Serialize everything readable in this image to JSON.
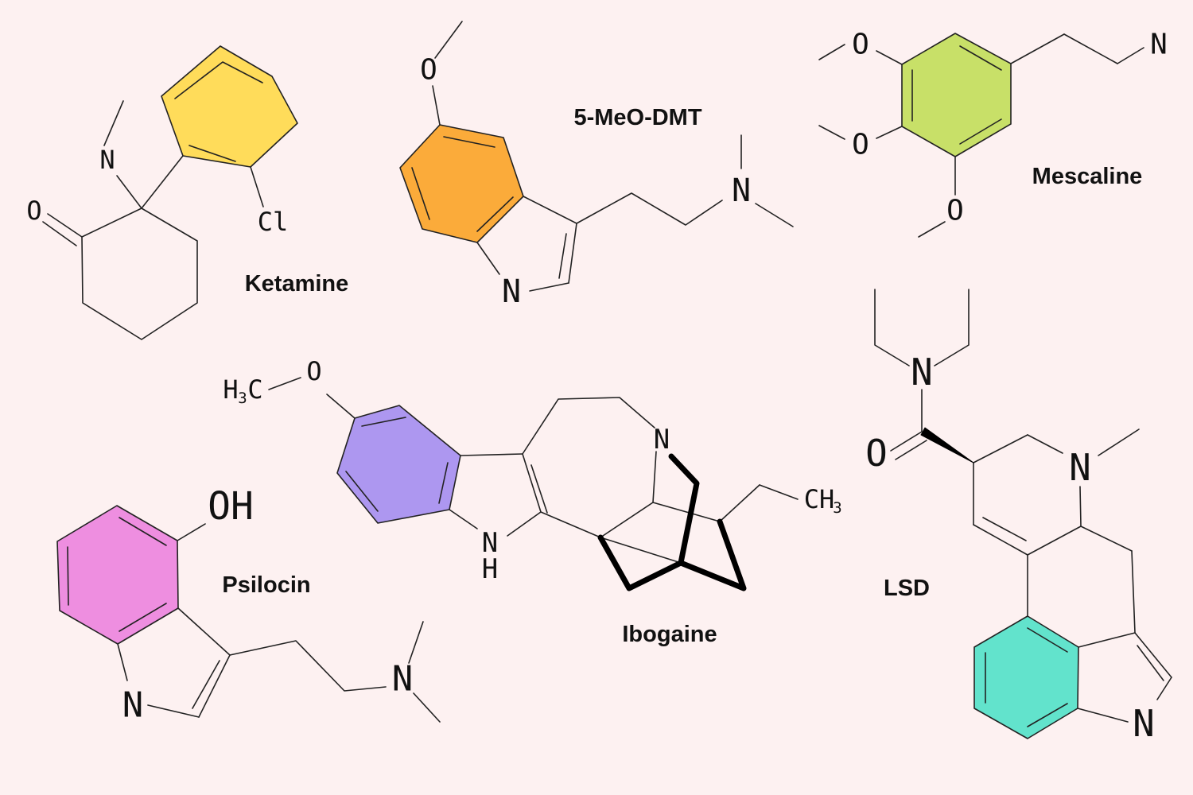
{
  "molecules": {
    "ketamine": {
      "name": "Ketamine",
      "color": "#ffdc5a",
      "atoms": {
        "n": "N",
        "o": "O",
        "cl": "Cl"
      }
    },
    "meo_dmt": {
      "name": "5-MeO-DMT",
      "color": "#fbab3a",
      "atoms": {
        "o": "O",
        "n_ring": "N",
        "n_amine": "N"
      }
    },
    "mescaline": {
      "name": "Mescaline",
      "color": "#c8e068",
      "atoms": {
        "o1": "O",
        "o2": "O",
        "o3": "O",
        "n": "N"
      }
    },
    "psilocin": {
      "name": "Psilocin",
      "color": "#ee8ee0",
      "atoms": {
        "oh": "OH",
        "n_ring": "N",
        "n_amine": "N"
      }
    },
    "ibogaine": {
      "name": "Ibogaine",
      "color": "#ad97f0",
      "atoms": {
        "h3c_main": "H",
        "h3c_sub": "3",
        "h3c_end": "C",
        "o": "O",
        "n": "N",
        "nh_n": "N",
        "nh_h": "H",
        "ch3_main": "CH",
        "ch3_sub": "3"
      }
    },
    "lsd": {
      "name": "LSD",
      "color": "#62e3cc",
      "atoms": {
        "n_amide": "N",
        "o": "O",
        "n_methyl": "N",
        "n_indole": "N"
      }
    }
  }
}
